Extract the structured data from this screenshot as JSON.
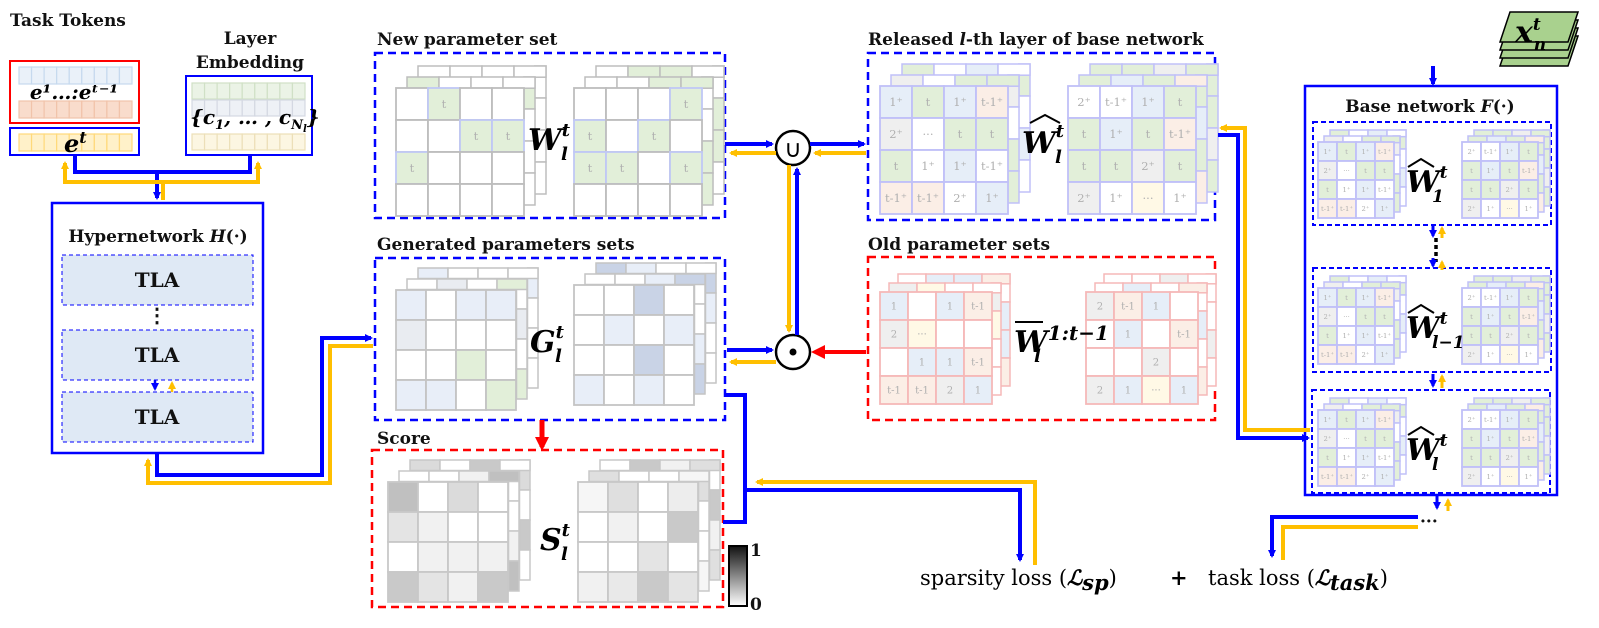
{
  "colors": {
    "blue": "#0000ff",
    "orange": "#ffbf00",
    "red": "#ff0000",
    "green": "#e2efd9",
    "lightblue": "#e6eef8",
    "orangecell": "#fbeee6",
    "gray": "#efefef",
    "yellow": "#fff9e6",
    "xgreen": "#a9d18e"
  },
  "task_tokens": {
    "title": "Task Tokens",
    "old": "e¹…:eᵗ⁻¹",
    "old_base1": "e",
    "old_sup1": "1",
    "old_mid": "…",
    "old_base2": "e",
    "old_sup2": "t−1",
    "cur_base": "e",
    "cur_sup": "t"
  },
  "layer_embedding": {
    "title_line1": "Layer",
    "title_line2": "Embedding",
    "expr": "{c",
    "sub1": "1",
    "mid": ", … , c",
    "sub2": "N",
    "sub3": "l",
    "close": "}"
  },
  "hypernetwork": {
    "title": "Hypernetwork ",
    "title_math": "H",
    "title_paren": "(·)",
    "blocks": [
      "TLA",
      "TLA",
      "TLA"
    ],
    "dots": "⋮"
  },
  "new_param": {
    "title": "New parameter set",
    "label": {
      "base": "W",
      "sup": "t",
      "sub": "l"
    },
    "left": [
      "",
      "t",
      "",
      "",
      "",
      "",
      "t",
      "t",
      "t",
      "",
      "",
      "",
      "",
      "",
      "",
      ""
    ],
    "right": [
      "",
      "",
      "",
      "t",
      "t",
      "",
      "t",
      "",
      "t",
      "t",
      "",
      "t",
      "",
      "",
      "",
      ""
    ]
  },
  "generated": {
    "title": "Generated parameters sets",
    "label": {
      "base": "G",
      "sup": "t",
      "sub": "l"
    },
    "left": [
      "lb",
      "w",
      "lb",
      "lb",
      "lg",
      "w",
      "w",
      "w",
      "w",
      "w",
      "g",
      "w",
      "lb",
      "lb",
      "w",
      "g"
    ],
    "right": [
      "w",
      "w",
      "mb",
      "w",
      "w",
      "lb",
      "w",
      "lb",
      "w",
      "w",
      "mb",
      "w",
      "lb",
      "w",
      "lb",
      "w"
    ]
  },
  "score": {
    "title": "Score",
    "label": {
      "base": "S",
      "sup": "t",
      "sub": "l"
    },
    "left": [
      0.35,
      0,
      0.2,
      0,
      0.15,
      0.08,
      0,
      0,
      0,
      0.08,
      0.08,
      0.08,
      0.3,
      0.15,
      0.08,
      0.3
    ],
    "right": [
      0.05,
      0.18,
      0,
      0.1,
      0,
      0.08,
      0,
      0.3,
      0,
      0,
      0.15,
      0,
      0.08,
      0.12,
      0.3,
      0.15
    ],
    "colorbar_max": "1",
    "colorbar_min": "0"
  },
  "released": {
    "title_pre": "Released ",
    "title_l": "l",
    "title_post": "-th layer of base network",
    "label": {
      "base": "W",
      "sup": "t",
      "sub": "l"
    },
    "left": [
      [
        "1⁺",
        "b"
      ],
      [
        "t",
        "g"
      ],
      [
        "1⁺",
        "b"
      ],
      [
        "t-1⁺",
        "o"
      ],
      [
        "2⁺",
        "gr"
      ],
      [
        "···",
        "w"
      ],
      [
        "t",
        "g"
      ],
      [
        "t",
        "g"
      ],
      [
        "t",
        "g"
      ],
      [
        "1⁺",
        "w"
      ],
      [
        "1⁺",
        "b"
      ],
      [
        "t-1⁺",
        "w"
      ],
      [
        "t-1⁺",
        "o"
      ],
      [
        "t-1⁺",
        "o"
      ],
      [
        "2⁺",
        "w"
      ],
      [
        "1⁺",
        "b"
      ]
    ],
    "right": [
      [
        "2⁺",
        "w"
      ],
      [
        "t-1⁺",
        "w"
      ],
      [
        "1⁺",
        "b"
      ],
      [
        "t",
        "g"
      ],
      [
        "t",
        "g"
      ],
      [
        "1⁺",
        "b"
      ],
      [
        "t",
        "g"
      ],
      [
        "t-1⁺",
        "o"
      ],
      [
        "t",
        "g"
      ],
      [
        "t",
        "g"
      ],
      [
        "2⁺",
        "gr"
      ],
      [
        "t",
        "g"
      ],
      [
        "2⁺",
        "gr"
      ],
      [
        "1⁺",
        "w"
      ],
      [
        "···",
        "y"
      ],
      [
        "1⁺",
        "w"
      ]
    ]
  },
  "old_param": {
    "title": "Old parameter sets",
    "label": {
      "base": "W",
      "sup": "1:t−1",
      "sub": "l"
    },
    "left": [
      [
        "1",
        "b"
      ],
      [
        "",
        "w"
      ],
      [
        "1",
        "b"
      ],
      [
        "t-1",
        "o"
      ],
      [
        "2",
        "gr"
      ],
      [
        "···",
        "y"
      ],
      [
        "",
        "w"
      ],
      [
        "",
        "w"
      ],
      [
        "",
        "w"
      ],
      [
        "1",
        "b"
      ],
      [
        "1",
        "b"
      ],
      [
        "t-1",
        "o"
      ],
      [
        "t-1",
        "o"
      ],
      [
        "t-1",
        "o"
      ],
      [
        "2",
        "gr"
      ],
      [
        "1",
        "b"
      ]
    ],
    "right": [
      [
        "2",
        "gr"
      ],
      [
        "t-1",
        "o"
      ],
      [
        "1",
        "b"
      ],
      [
        "",
        "w"
      ],
      [
        "",
        "w"
      ],
      [
        "1",
        "b"
      ],
      [
        "",
        "w"
      ],
      [
        "t-1",
        "o"
      ],
      [
        "",
        "w"
      ],
      [
        "",
        "w"
      ],
      [
        "2",
        "gr"
      ],
      [
        "",
        "w"
      ],
      [
        "2",
        "gr"
      ],
      [
        "1",
        "b"
      ],
      [
        "···",
        "y"
      ],
      [
        "1",
        "b"
      ]
    ]
  },
  "operators": {
    "union": "∪",
    "hadamard": "⊙"
  },
  "input": {
    "base": "x",
    "sup": "t",
    "sub": "n"
  },
  "base_network": {
    "title": "Base network ",
    "title_math": "F",
    "title_paren": "(·)",
    "layers": [
      {
        "base": "W",
        "sup": "t",
        "sub": "1"
      },
      {
        "base": "W",
        "sup": "t",
        "sub": "l−1"
      },
      {
        "base": "W",
        "sup": "t",
        "sub": "l"
      }
    ],
    "ellipsis": "···"
  },
  "losses": {
    "sparsity": "sparsity loss (",
    "sparsity_sym": "ℒ",
    "sparsity_sub": "sp",
    "close": ")",
    "plus": "+",
    "task": "task loss (",
    "task_sym": "ℒ",
    "task_sub": "task"
  }
}
